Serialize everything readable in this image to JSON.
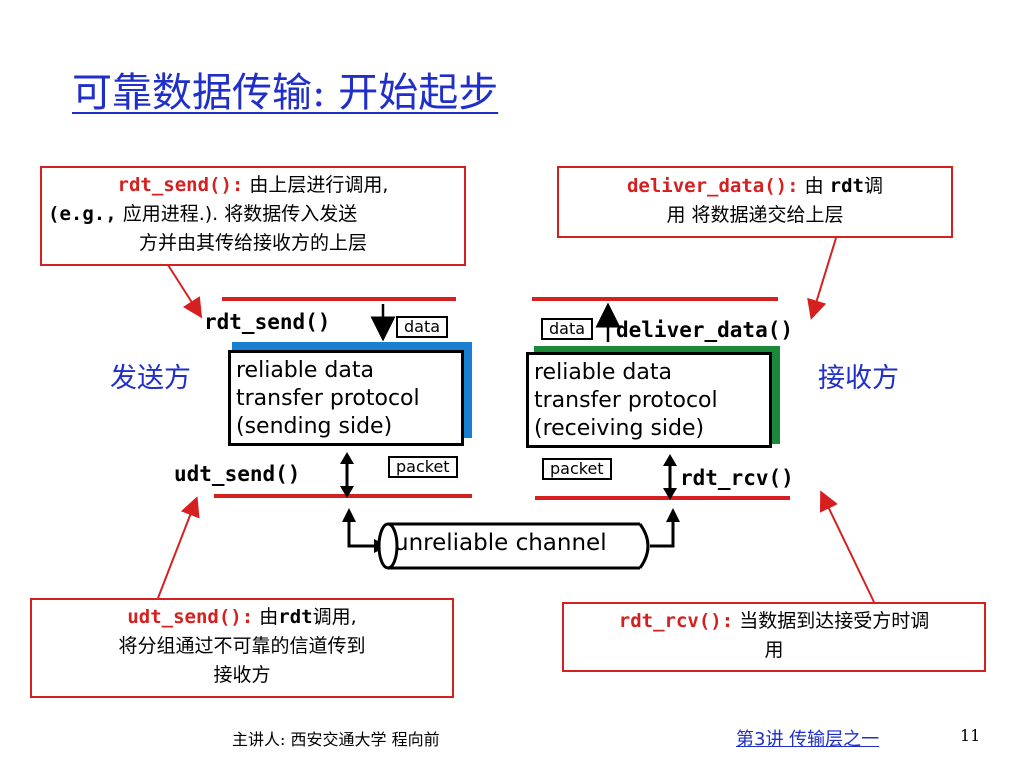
{
  "title": "可靠数据传输: 开始起步",
  "notes": {
    "rdt_send": {
      "code": "rdt_send():",
      "line1": "由上层进行调用,",
      "line2_code": "(e.g.,",
      "line2_rest": "应用进程.). 将数据传入发送",
      "line3": "方并由其传给接收方的上层"
    },
    "deliver_data": {
      "code": "deliver_data():",
      "text1": "由",
      "code2": "rdt",
      "text2": "调",
      "line2": "用 将数据递交给上层"
    },
    "udt_send": {
      "code": "udt_send():",
      "text1": "由",
      "code2": "rdt",
      "text2": "调用,",
      "line2": "将分组通过不可靠的信道传到",
      "line3": "接收方"
    },
    "rdt_rcv": {
      "code": "rdt_rcv():",
      "text1": "当数据到达接受方时调",
      "line2": "用"
    }
  },
  "sender": {
    "label": "发送方",
    "top_call": "rdt_send()",
    "bottom_call": "udt_send()",
    "data_label": "data",
    "packet_label": "packet",
    "protocol_lines": [
      "reliable data",
      "transfer protocol",
      "(sending side)"
    ]
  },
  "receiver": {
    "label": "接收方",
    "top_call": "deliver_data()",
    "bottom_call": "rdt_rcv()",
    "data_label": "data",
    "packet_label": "packet",
    "protocol_lines": [
      "reliable data",
      "transfer protocol",
      "(receiving side)"
    ]
  },
  "channel": "unreliable channel",
  "footer": {
    "presenter": "主讲人:  西安交通大学  程向前",
    "lecture_link": "第3讲  传输层之一",
    "page_number": "11"
  },
  "colors": {
    "title": "#1f2fc8",
    "note_border": "#d62020",
    "sender_accent": "#1a7fd1",
    "receiver_accent": "#1a8a3a",
    "layer_line": "#d62020"
  }
}
